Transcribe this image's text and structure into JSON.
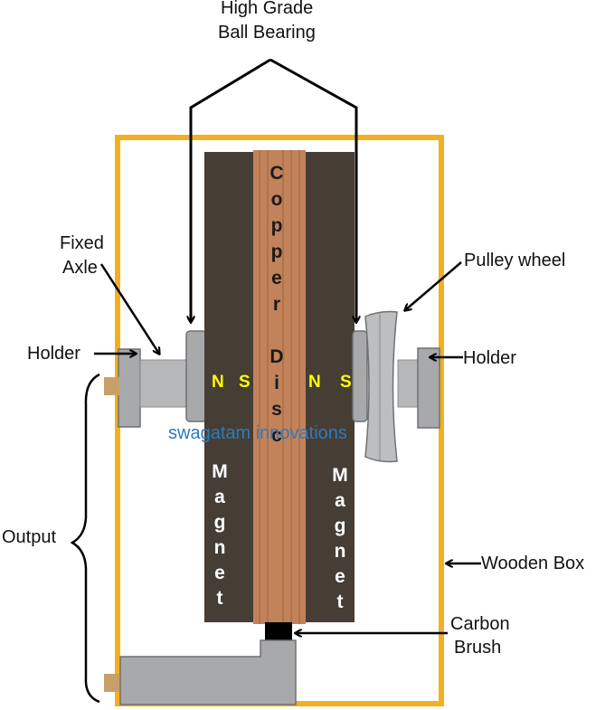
{
  "labels": {
    "ball_bearing_line1": "High Grade",
    "ball_bearing_line2": "Ball Bearing",
    "fixed_axle_line1": "Fixed",
    "fixed_axle_line2": "Axle",
    "pulley_wheel": "Pulley wheel",
    "holder_left": "Holder",
    "holder_right": "Holder",
    "output": "Output",
    "wooden_box": "Wooden Box",
    "carbon_brush_line1": "Carbon",
    "carbon_brush_line2": "Brush"
  },
  "disc_text": [
    "C",
    "o",
    "p",
    "p",
    "e",
    "r",
    "",
    "D",
    "i",
    "s",
    "c"
  ],
  "magnet_text": [
    "M",
    "a",
    "g",
    "n",
    "e",
    "t"
  ],
  "poles": {
    "left_n": "N",
    "left_s": "S",
    "right_n": "N",
    "right_s": "S"
  },
  "watermark": "swagatam innovations",
  "colors": {
    "box_outline": "#f2b01e",
    "magnet": "#463d35",
    "copper": "#c2825a",
    "copper_line": "#9e6a48",
    "disc_text": "#1a1a1a",
    "magnet_text": "#ffffff",
    "pole_text": "#ffff00",
    "metal": "#a7a9ab",
    "metal_dark": "#707172",
    "terminal": "#c7a068",
    "brush": "#000000",
    "watermark": "#2a7bc0"
  }
}
